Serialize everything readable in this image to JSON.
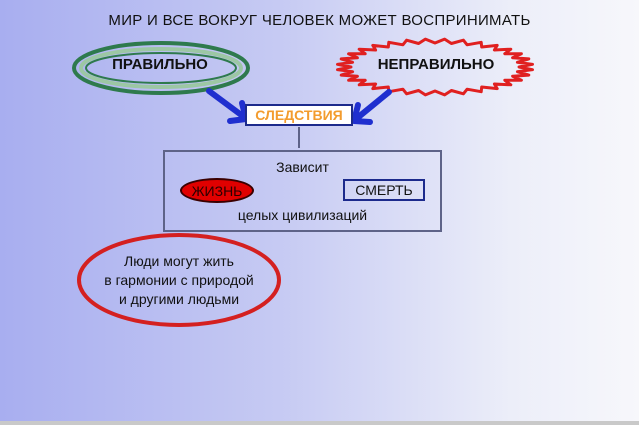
{
  "title": "МИР И ВСЕ ВОКРУГ ЧЕЛОВЕК МОЖЕТ ВОСПРИНИМАТЬ",
  "left_ellipse": {
    "label": "ПРАВИЛЬНО",
    "color": "#2e7a4d"
  },
  "right_ellipse": {
    "label": "НЕПРАВИЛЬНО",
    "color": "#e02020"
  },
  "center_box": {
    "label": "СЛЕДСТВИЯ",
    "text_color": "#f39c2e",
    "border_color": "#1c2a8c"
  },
  "dependency": {
    "heading": "Зависит",
    "life": "ЖИЗНЬ",
    "death": "СМЕРТЬ",
    "footer": "целых цивилизаций"
  },
  "harmony": {
    "lines": [
      "Люди могут жить",
      "в гармонии с природой",
      "и другими  людьми"
    ],
    "border_color": "#d42020"
  },
  "arrow_color": "#1f2fcf"
}
